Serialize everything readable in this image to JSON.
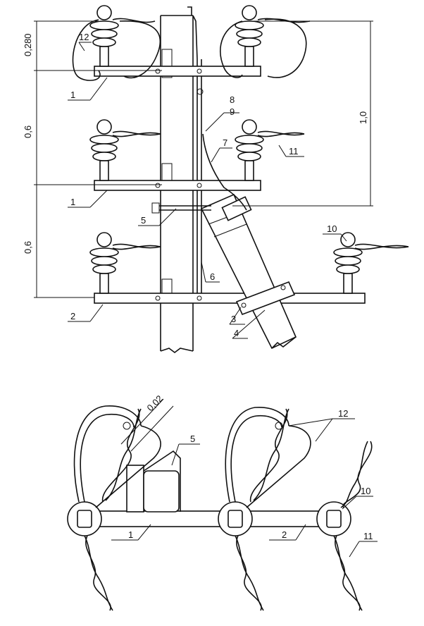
{
  "dimensions": {
    "top": "0,280",
    "middle": "0,6",
    "lower": "0,6",
    "right": "1,0",
    "gap": "0,02"
  },
  "callouts": {
    "c1a": "1",
    "c1b": "1",
    "c2": "2",
    "c3": "3",
    "c4": "4",
    "c5": "5",
    "c6": "6",
    "c7": "7",
    "c8": "8",
    "c9": "9",
    "c10": "10",
    "c11": "11",
    "c12": "12",
    "p1": "1",
    "p2": "2",
    "p5": "5",
    "p10": "10",
    "p11": "11",
    "p12": "12"
  },
  "style": {
    "line_color": "#111111",
    "background": "#ffffff"
  }
}
